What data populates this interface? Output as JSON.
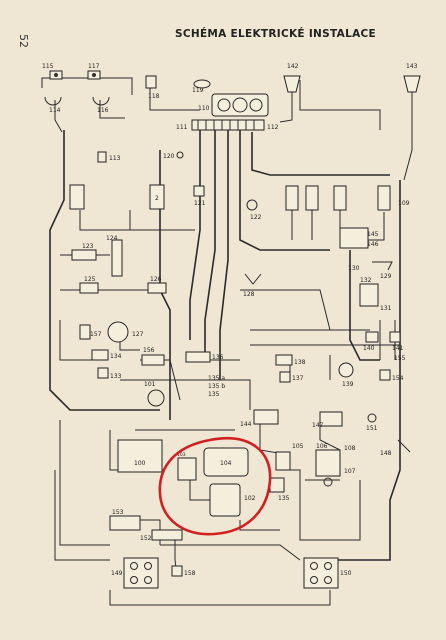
{
  "page": {
    "number": "52",
    "title": "SCHÉMA ELEKTRICKÉ INSTALACE"
  },
  "components": [
    "115",
    "117",
    "114",
    "116",
    "118",
    "119",
    "110",
    "142",
    "143",
    "111",
    "112",
    "113",
    "120",
    "121",
    "122",
    "145",
    "146",
    "130",
    "129",
    "109",
    "123",
    "124",
    "125",
    "126",
    "127",
    "157",
    "128",
    "131",
    "132",
    "134",
    "133",
    "156",
    "101",
    "135 a",
    "135 b",
    "136",
    "138",
    "137",
    "139",
    "140",
    "141",
    "155",
    "154",
    "144",
    "147",
    "151",
    "148",
    "105",
    "103",
    "104",
    "102",
    "106",
    "107",
    "108",
    "100",
    "153",
    "152",
    "149",
    "158",
    "150"
  ],
  "colors": {
    "paper": "#efe7d4",
    "ink": "#2a2a2a",
    "highlight": "#d21f1f"
  }
}
